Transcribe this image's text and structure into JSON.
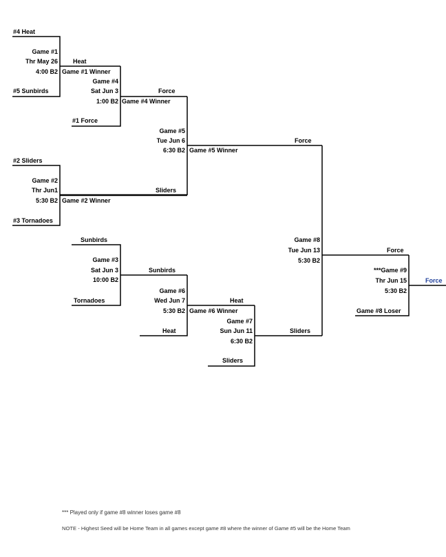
{
  "bracket": {
    "seeds": {
      "seed4": "#4 Heat",
      "seed5": "#5 Sunbirds",
      "seed1": "#1 Force",
      "seed2": "#2 Sliders",
      "seed3": "#3 Tornadoes"
    },
    "game1": {
      "label": "Game #1",
      "date": "Thr May 26",
      "time": "4:00  B2",
      "winner_ref": "Game #1 Winner",
      "result": "Heat"
    },
    "game4": {
      "label": "Game #4",
      "date": "Sat Jun 3",
      "time": "1:00  B2",
      "winner_ref": "Game #4 Winner",
      "result": "Force"
    },
    "game5": {
      "label": "Game #5",
      "date": "Tue Jun 6",
      "time": "6:30 B2",
      "winner_ref": "Game #5 Winner",
      "result": "Force"
    },
    "game2": {
      "label": "Game #2",
      "date": "Thr Jun1",
      "time": "5:30  B2",
      "winner_ref": "Game #2 Winner",
      "result": "Sliders"
    },
    "game3": {
      "label": "Game #3",
      "date": "Sat Jun 3",
      "time": "10:00  B2",
      "team_top": "Sunbirds",
      "team_bottom": "Tornadoes",
      "result": "Sunbirds"
    },
    "game6": {
      "label": "Game #6",
      "date": "Wed Jun 7",
      "time": "5:30 B2",
      "winner_ref": "Game #6 Winner",
      "team_bottom": "Heat",
      "result": "Heat"
    },
    "game7": {
      "label": "Game #7",
      "date": "Sun Jun 11",
      "time": "6:30 B2",
      "team_bottom": "Sliders",
      "result": "Sliders"
    },
    "game8": {
      "label": "Game #8",
      "date": "Tue Jun 13",
      "time": "5:30  B2",
      "result": "Force"
    },
    "game9": {
      "label": "***Game #9",
      "date": "Thr Jun 15",
      "time": "5:30  B2",
      "loser_ref": "Game #8 Loser",
      "result": "Force"
    }
  },
  "notes": {
    "line1": "*** Played only if game #8 winner loses game #8",
    "line2": "NOTE - Highest Seed will be Home Team in all games except game #8 where the winner of Game #5 will be the Home Team"
  },
  "colors": {
    "line": "#000000",
    "champion": "#1f3f9a"
  }
}
